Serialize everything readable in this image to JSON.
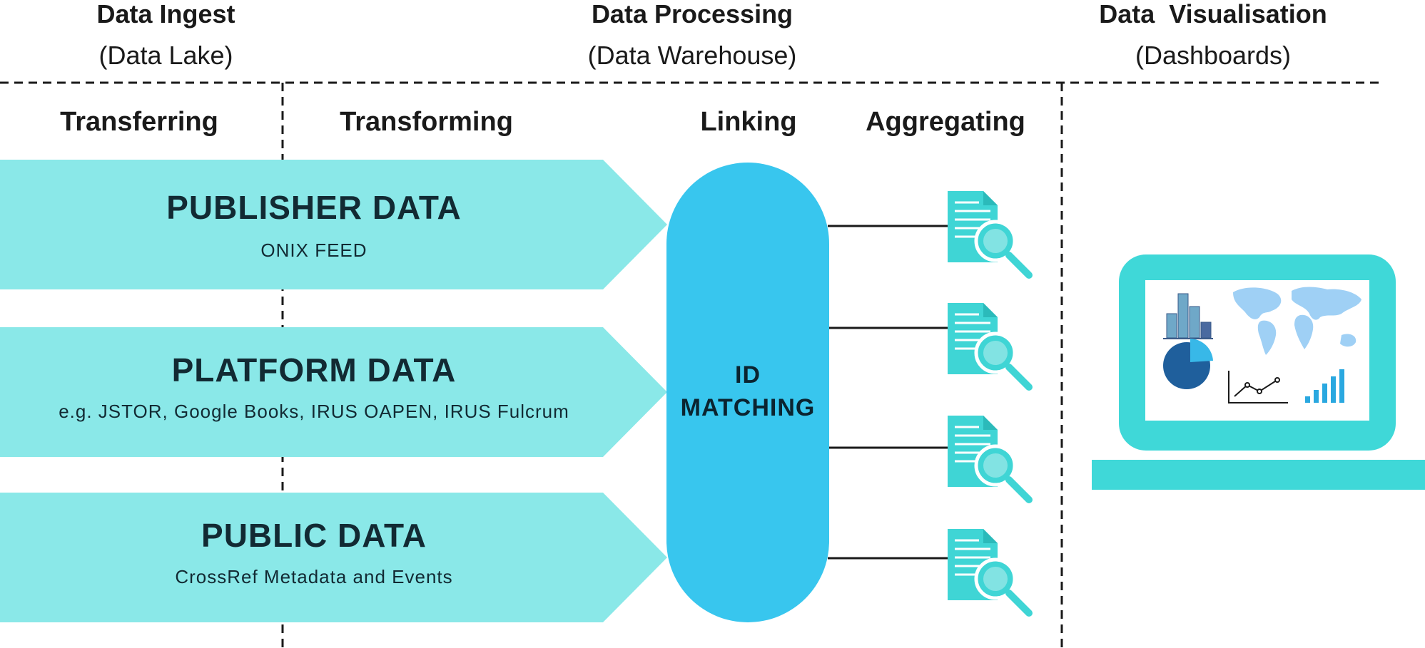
{
  "headers": {
    "ingest": {
      "title": "Data Ingest",
      "subtitle": "(Data Lake)"
    },
    "processing": {
      "title": "Data Processing",
      "subtitle": "(Data Warehouse)"
    },
    "visualisation": {
      "title": "Data  Visualisation",
      "subtitle": "(Dashboards)"
    }
  },
  "stages": {
    "transferring": "Transferring",
    "transforming": "Transforming",
    "linking": "Linking",
    "aggregating": "Aggregating"
  },
  "sources": [
    {
      "title": "PUBLISHER DATA",
      "subtitle": "ONIX FEED"
    },
    {
      "title": "PLATFORM DATA",
      "subtitle": "e.g. JSTOR, Google Books, IRUS OAPEN, IRUS Fulcrum"
    },
    {
      "title": "PUBLIC DATA",
      "subtitle": "CrossRef Metadata and Events"
    }
  ],
  "matching": {
    "line1": "ID",
    "line2": "MATCHING"
  },
  "colors": {
    "arrow": "#8ae8e8",
    "pill": "#38c6ee",
    "doc": "#3fd5d5",
    "laptop": "#3fd8d8",
    "divider": "#1a1a1a"
  },
  "icons": [
    "document-search-icon",
    "laptop-dashboard-icon",
    "bar-chart-icon",
    "world-map-icon",
    "pie-chart-icon",
    "line-chart-icon",
    "signal-bars-icon"
  ]
}
